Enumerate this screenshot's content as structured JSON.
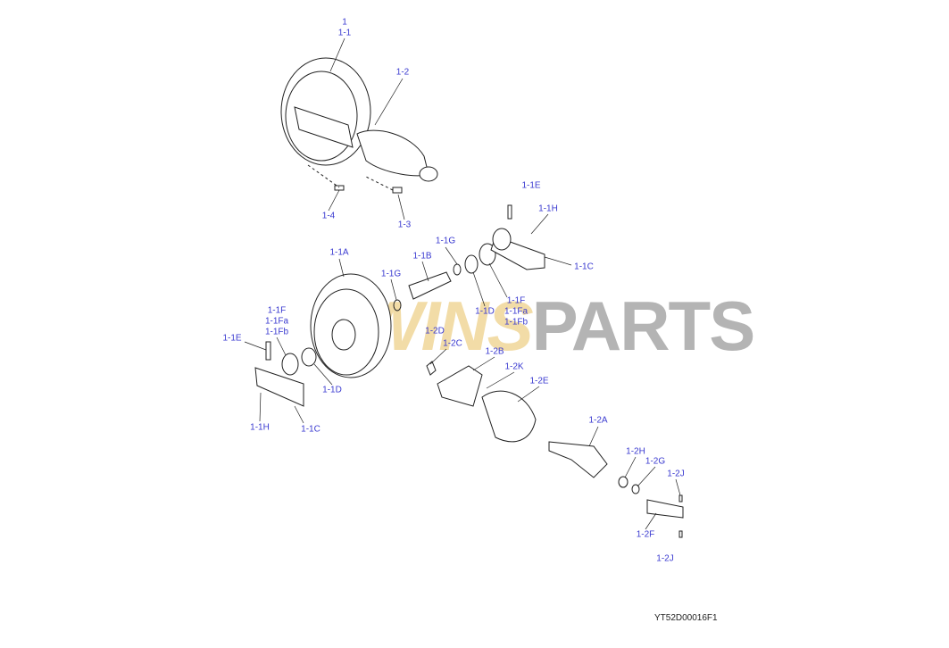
{
  "document_id": "YT52D00016F1",
  "watermark": {
    "part1": "WINS",
    "part2": "PARTS"
  },
  "callouts": [
    "1",
    "1-1",
    "1-2",
    "1-4",
    "1-3",
    "1-1E",
    "1-1H",
    "1-1G",
    "1-1B",
    "1-1A",
    "1-1C",
    "1-1G",
    "1-1F",
    "1-1Fa",
    "1-1Fb",
    "1-1D",
    "1-1F",
    "1-1Fa",
    "1-1Fb",
    "1-1E",
    "1-2D",
    "1-2C",
    "1-2B",
    "1-2K",
    "1-2E",
    "1-1D",
    "1-1H",
    "1-1C",
    "1-2A",
    "1-2H",
    "1-2G",
    "1-2J",
    "1-2F",
    "1-2J"
  ],
  "colors": {
    "callout": "#3a3ad0",
    "line": "#222222"
  }
}
